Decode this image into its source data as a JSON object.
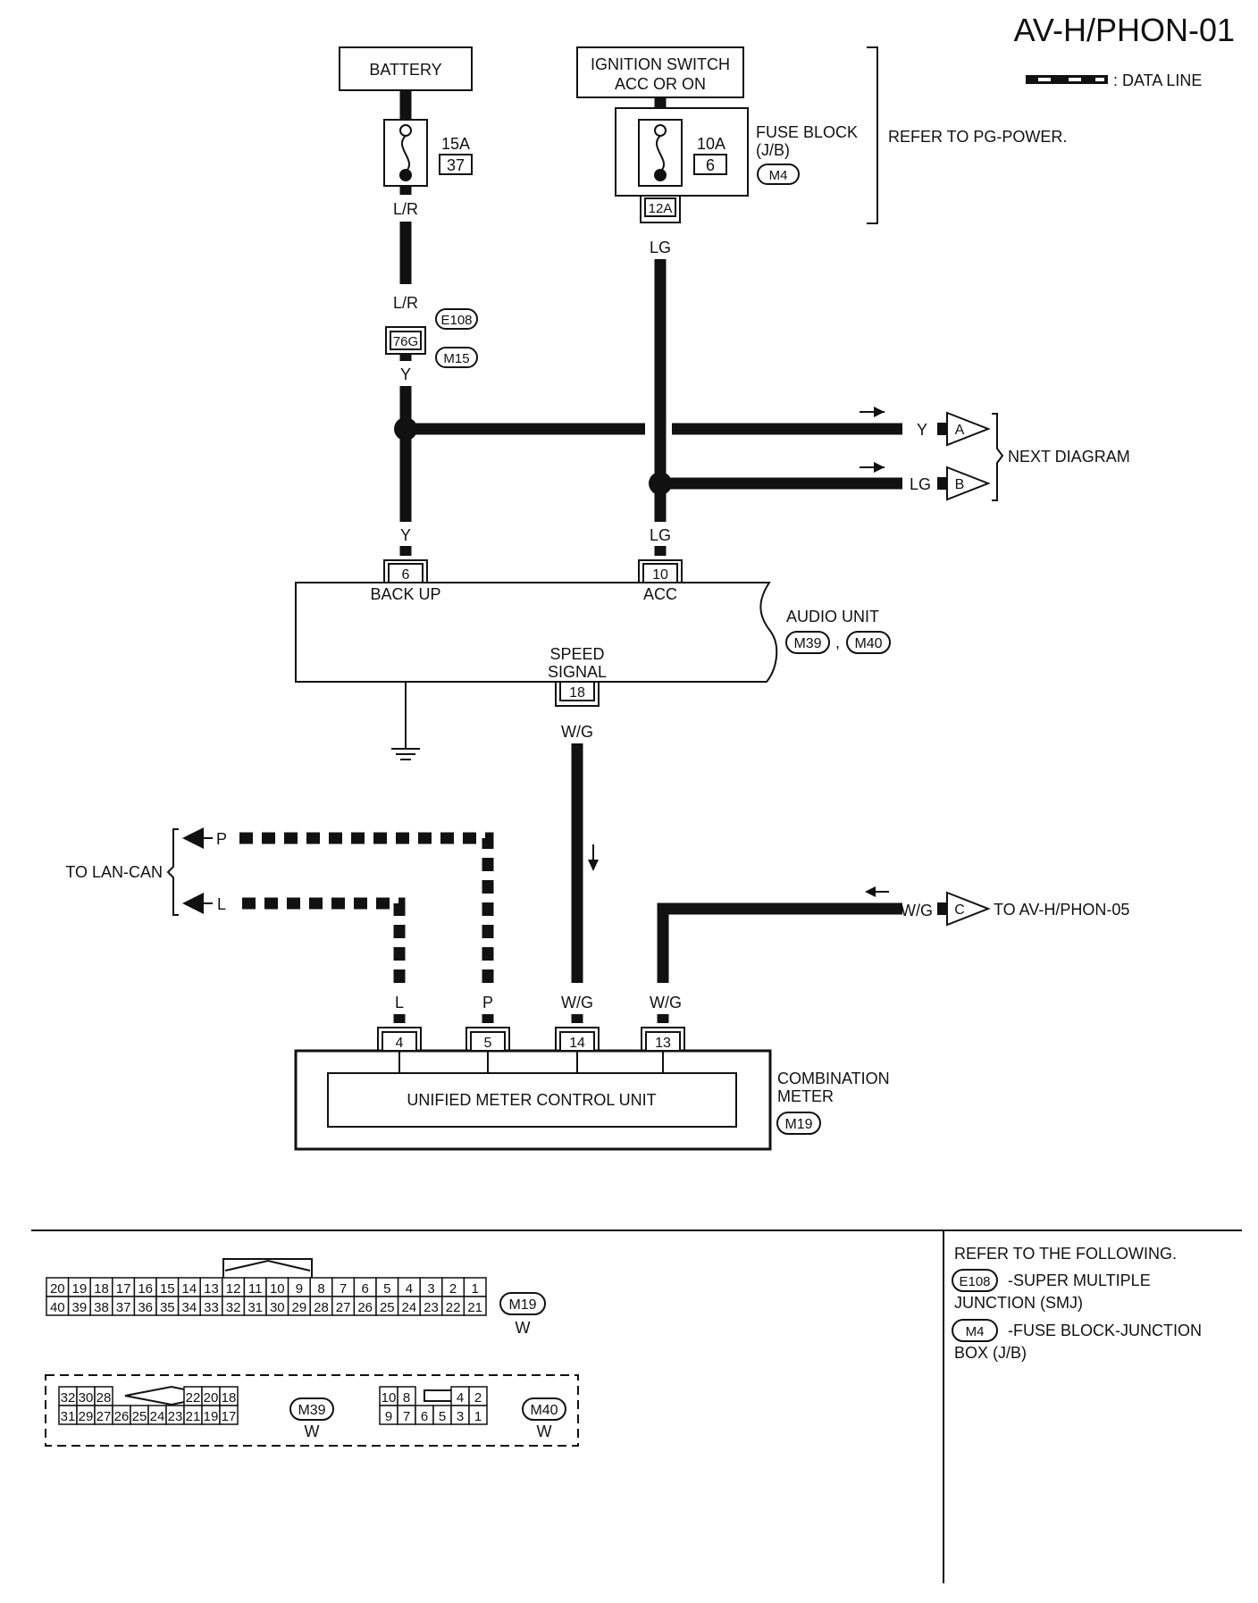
{
  "page_id": "AV-H/PHON-01",
  "legend": {
    "data_line": ": DATA LINE"
  },
  "power": {
    "battery": "BATTERY",
    "ignition_line1": "IGNITION SWITCH",
    "ignition_line2": "ACC OR ON",
    "fuse1_rating": "15A",
    "fuse1_no": "37",
    "fuse2_rating": "10A",
    "fuse2_no": "6",
    "fuse_block_line1": "FUSE BLOCK",
    "fuse_block_line2": "(J/B)",
    "fuse_block_conn": "M4",
    "fuse_block_terminal": "12A",
    "refer_pg": "REFER TO PG-POWER."
  },
  "wires": {
    "lr": "L/R",
    "lr2": "L/R",
    "y": "Y",
    "y2": "Y",
    "y3": "Y",
    "lg": "LG",
    "lg2": "LG",
    "lg3": "LG",
    "wg1": "W/G",
    "wg2": "W/G",
    "wg3": "W/G",
    "wg4": "W/G",
    "p1": "P",
    "p2": "P",
    "l1": "L",
    "l2": "L"
  },
  "joint": {
    "terminal": "76G",
    "conn_top": "E108",
    "conn_bottom": "M15"
  },
  "next": {
    "a": "A",
    "b": "B",
    "c": "C",
    "next_diagram": "NEXT DIAGRAM",
    "to_phon05": "TO AV-H/PHON-05",
    "to_lan_can": "TO LAN-CAN"
  },
  "audio_unit": {
    "name": "AUDIO UNIT",
    "conn1": "M39",
    "sep": ",",
    "conn2": "M40",
    "t_backup_no": "6",
    "t_backup_label": "BACK UP",
    "t_acc_no": "10",
    "t_acc_label": "ACC",
    "speed_line1": "SPEED",
    "speed_line2": "SIGNAL",
    "t_speed_no": "18"
  },
  "combination_meter": {
    "name_line1": "COMBINATION",
    "name_line2": "METER",
    "conn": "M19",
    "inner": "UNIFIED METER CONTROL UNIT",
    "terminals": [
      "4",
      "5",
      "14",
      "13"
    ]
  },
  "connectors": {
    "m19": {
      "id": "M19",
      "color": "W",
      "row1": [
        "20",
        "19",
        "18",
        "17",
        "16",
        "15",
        "14",
        "13",
        "12",
        "11",
        "10",
        "9",
        "8",
        "7",
        "6",
        "5",
        "4",
        "3",
        "2",
        "1"
      ],
      "row2": [
        "40",
        "39",
        "38",
        "37",
        "36",
        "35",
        "34",
        "33",
        "32",
        "31",
        "30",
        "29",
        "28",
        "27",
        "26",
        "25",
        "24",
        "23",
        "22",
        "21"
      ]
    },
    "m39": {
      "id": "M39",
      "color": "W",
      "row1a": [
        "32",
        "30",
        "28"
      ],
      "row1b": [
        "22",
        "20",
        "18"
      ],
      "row2": [
        "31",
        "29",
        "27",
        "26",
        "25",
        "24",
        "23",
        "21",
        "19",
        "17"
      ]
    },
    "m40": {
      "id": "M40",
      "color": "W",
      "row1a": [
        "10",
        "8"
      ],
      "row1b": [
        "4",
        "2"
      ],
      "row2": [
        "9",
        "7",
        "6",
        "5",
        "3",
        "1"
      ]
    }
  },
  "refer": {
    "heading": "REFER TO THE FOLLOWING.",
    "e108_conn": "E108",
    "e108_line1": "-SUPER MULTIPLE",
    "e108_line2": "JUNCTION (SMJ)",
    "m4_conn": "M4",
    "m4_line1": "-FUSE BLOCK-JUNCTION",
    "m4_line2": "BOX (J/B)"
  }
}
